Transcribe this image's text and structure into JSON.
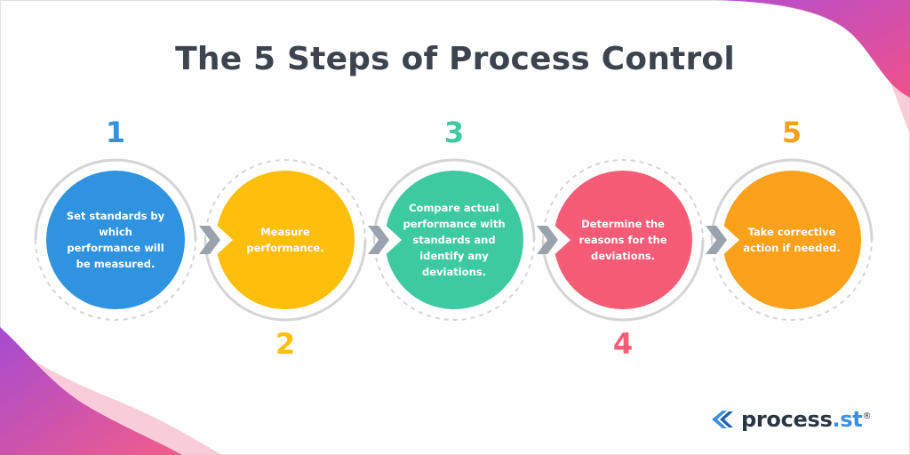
{
  "title": "The 5 Steps of Process Control",
  "colors": {
    "step1": "#2f93e0",
    "step2": "#fdbe0c",
    "step3": "#3ecaa0",
    "step4": "#f65c76",
    "step5": "#fba11b",
    "outline": "#d5d5d5",
    "arrow": "#9aa3ad",
    "title": "#3d4450",
    "accent_pink": "#f25d8a",
    "accent_purple": "#a54bd0"
  },
  "steps": [
    {
      "number": "1",
      "text": "Set standards by which performance will be measured."
    },
    {
      "number": "2",
      "text": "Measure performance."
    },
    {
      "number": "3",
      "text": "Compare actual performance with standards and identify any deviations."
    },
    {
      "number": "4",
      "text": "Determine the reasons for the deviations."
    },
    {
      "number": "5",
      "text": "Take corrective action if needed."
    }
  ],
  "logo": {
    "name": "process",
    "dot_part": ".st",
    "mark": "®",
    "icon": "process-st-logo-icon"
  }
}
